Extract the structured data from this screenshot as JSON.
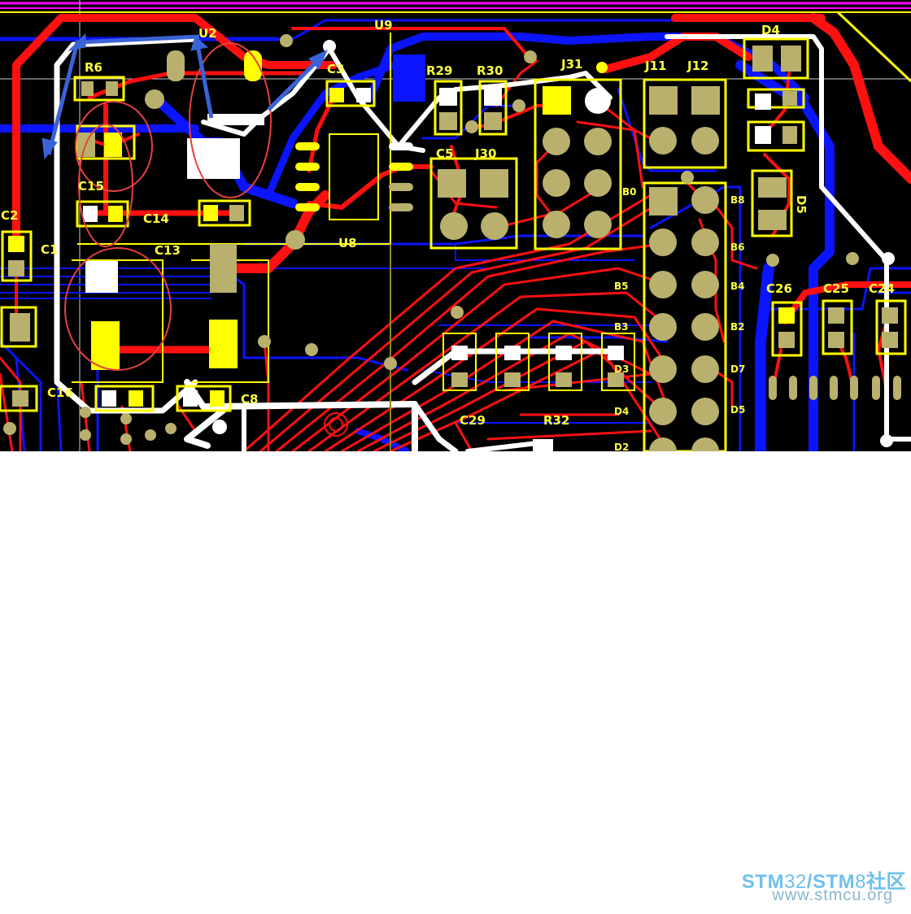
{
  "canvas": {
    "background": "#000000",
    "colors": {
      "top_layer": "#ff0000",
      "bottom_layer": "#0000ff",
      "silkscreen": "#ffff00",
      "pad": "#b8b06c",
      "selection": "#ffffff",
      "highlight": "#ff00ff",
      "annotation": "#e54040",
      "arrow": "#3a63d8"
    }
  },
  "components": {
    "R6": "R6",
    "U2": "U2",
    "C15": "C15",
    "C14": "C14",
    "C13": "C13",
    "C3": "C3",
    "U8": "U8",
    "R29": "R29",
    "R30": "R30",
    "J31": "J31",
    "J11": "J11",
    "J12": "J12",
    "D4": "D4",
    "D5": "D5",
    "C26": "C26",
    "C25": "C25",
    "C24": "C24",
    "C16": "C16",
    "C8": "C8",
    "C1": "C1",
    "C2": "C2",
    "J30": "J30",
    "J31b": "J31",
    "R32": "R32",
    "C29": "C29",
    "U9": "U9",
    "C5": "C5"
  },
  "pin_labels": [
    "B8",
    "B6",
    "B4",
    "B5",
    "B3",
    "D7",
    "D5",
    "D3",
    "D4",
    "B2",
    "D2",
    "B0"
  ],
  "watermark": {
    "line1_a": "STM",
    "line1_b": "32",
    "line1_c": "/",
    "line1_d": "STM",
    "line1_e": "8",
    "line1_f": "社区",
    "line2": "www.stmcu.org"
  }
}
